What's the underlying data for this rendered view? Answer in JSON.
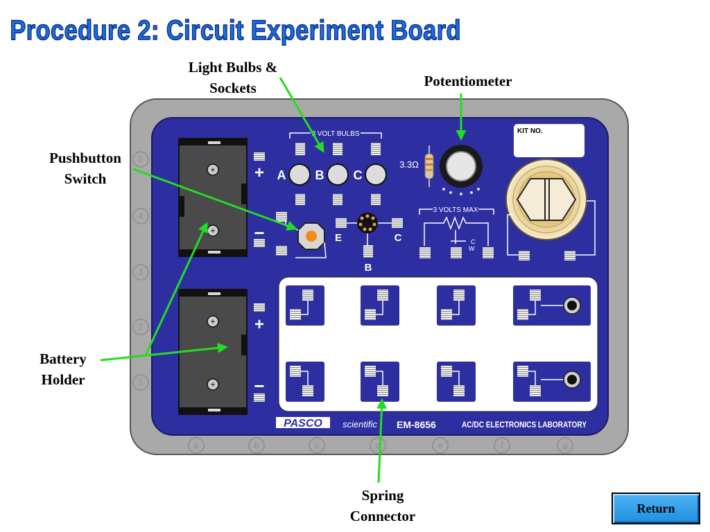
{
  "title": "Procedure 2: Circuit Experiment Board",
  "callouts": {
    "light_bulbs_line1": "Light Bulbs &",
    "light_bulbs_line2": "Sockets",
    "potentiometer": "Potentiometer",
    "pushbutton_line1": "Pushbutton",
    "pushbutton_line2": "Switch",
    "battery_line1": "Battery",
    "battery_line2": "Holder",
    "spring_line1": "Spring",
    "spring_line2": "Connector"
  },
  "board": {
    "bulbs_label": "3 VOLT BULBS",
    "bulb_a": "A",
    "bulb_b": "B",
    "bulb_c": "C",
    "resistor_value": "3.3Ω",
    "volts_max_label": "3 VOLTS MAX",
    "pot_c": "C",
    "pot_w": "W",
    "transistor_e": "E",
    "transistor_c": "C",
    "transistor_b": "B",
    "kit_no": "KIT NO.",
    "plus_top": "+",
    "minus_top": "−",
    "plus_bottom": "+",
    "minus_bottom": "−",
    "brand": "PASCO",
    "brand_sub": "scientific",
    "model": "EM-8656",
    "product": "AC/DC ELECTRONICS LABORATORY",
    "side_numbers": [
      "5",
      "4",
      "3",
      "2",
      "1"
    ],
    "bottom_letters": [
      "a",
      "b",
      "c",
      "d",
      "e",
      "f",
      "g"
    ]
  },
  "colors": {
    "title": "#1a6fe0",
    "board_blue": "#2d2fa0",
    "frame_gray": "#a9a9a9",
    "arrow_green": "#22dd22",
    "button_blue": "#2196e8"
  },
  "nav": {
    "return_label": "Return"
  }
}
